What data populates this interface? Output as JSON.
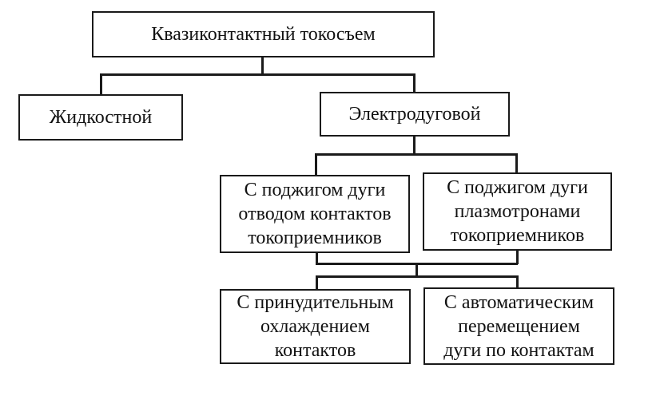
{
  "diagram": {
    "type": "hierarchy",
    "root": {
      "label": "Квазиконтактный токосъем"
    },
    "level1": [
      {
        "label": "Жидкостной"
      },
      {
        "label": "Электродуговой"
      }
    ],
    "level2": [
      {
        "lines": [
          "С поджигом дуги",
          "отводом контактов",
          "токоприемников"
        ]
      },
      {
        "lines": [
          "С поджигом дуги",
          "плазмотронами",
          "токоприемников"
        ]
      }
    ],
    "level3": [
      {
        "lines": [
          "С принудительным",
          "охлаждением",
          "контактов"
        ]
      },
      {
        "lines": [
          "С автоматическим",
          "перемещением",
          "дуги по контактам"
        ]
      }
    ]
  }
}
